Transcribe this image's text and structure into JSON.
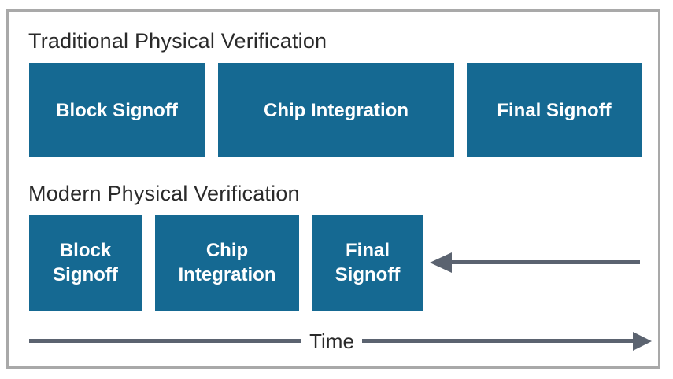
{
  "sections": [
    {
      "title": "Traditional Physical Verification",
      "boxes": [
        {
          "label": "Block Signoff",
          "lines": [
            "Block Signoff"
          ]
        },
        {
          "label": "Chip Integration",
          "lines": [
            "Chip Integration"
          ]
        },
        {
          "label": "Final Signoff",
          "lines": [
            "Final Signoff"
          ]
        }
      ]
    },
    {
      "title": "Modern Physical Verification",
      "boxes": [
        {
          "label": "Block Signoff",
          "lines": [
            "Block",
            "Signoff"
          ]
        },
        {
          "label": "Chip Integration",
          "lines": [
            "Chip",
            "Integration"
          ]
        },
        {
          "label": "Final Signoff",
          "lines": [
            "Final",
            "Signoff"
          ]
        }
      ]
    }
  ],
  "time_axis": {
    "label": "Time"
  },
  "colors": {
    "box_fill": "#156992",
    "box_text": "#ffffff",
    "arrow_color": "#5b6370",
    "frame_border": "#a9a9a9",
    "heading_text": "#2a2a2a"
  }
}
